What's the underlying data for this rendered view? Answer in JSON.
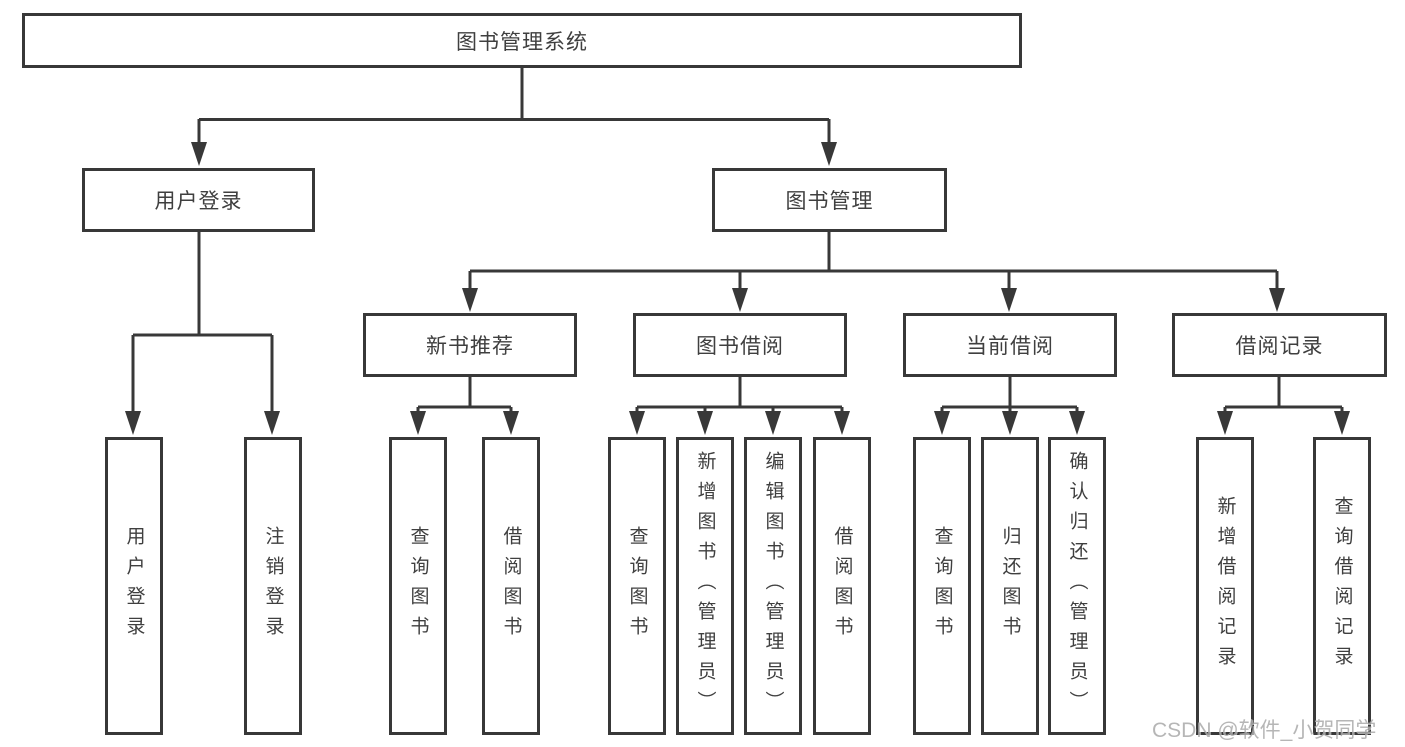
{
  "diagram": {
    "type": "hierarchy-tree",
    "root": {
      "label": "图书管理系统",
      "children": [
        {
          "label": "用户登录",
          "children": [
            {
              "label": "用户登录"
            },
            {
              "label": "注销登录"
            }
          ]
        },
        {
          "label": "图书管理",
          "children": [
            {
              "label": "新书推荐",
              "children": [
                {
                  "label": "查询图书"
                },
                {
                  "label": "借阅图书"
                }
              ]
            },
            {
              "label": "图书借阅",
              "children": [
                {
                  "label": "查询图书"
                },
                {
                  "label": "新增图书（管理员）"
                },
                {
                  "label": "编辑图书（管理员）"
                },
                {
                  "label": "借阅图书"
                }
              ]
            },
            {
              "label": "当前借阅",
              "children": [
                {
                  "label": "查询图书"
                },
                {
                  "label": "归还图书"
                },
                {
                  "label": "确认归还（管理员）"
                }
              ]
            },
            {
              "label": "借阅记录",
              "children": [
                {
                  "label": "新增借阅记录"
                },
                {
                  "label": "查询借阅记录"
                }
              ]
            }
          ]
        }
      ]
    },
    "colors": {
      "line": "#383838",
      "box_border": "#383838",
      "text": "#3f3f3f",
      "background": "#ffffff"
    }
  },
  "watermark": {
    "text": "CSDN @软件_小贺同学",
    "color": "#aaaaaa"
  }
}
